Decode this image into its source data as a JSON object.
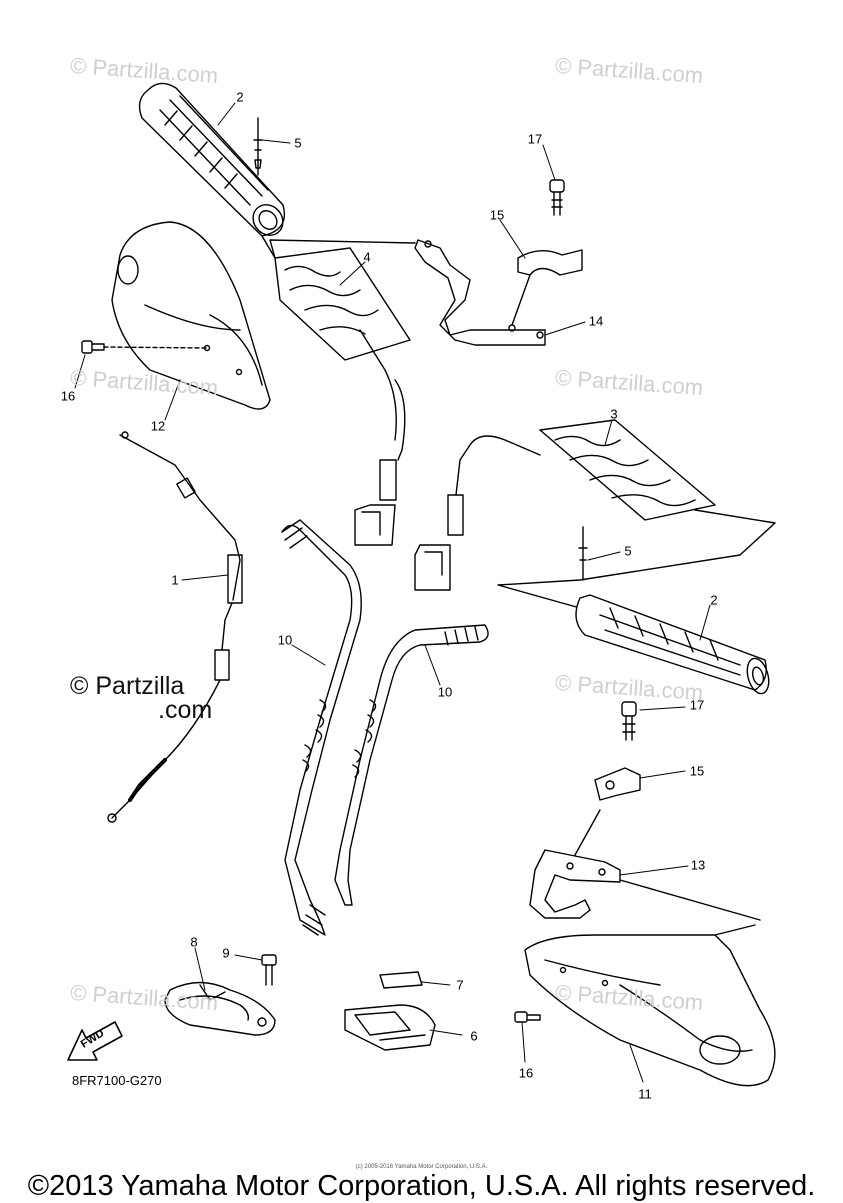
{
  "watermark": "© Partzilla.com",
  "watermark_main": {
    "line1": "© Partzilla",
    "line2": ".com"
  },
  "callouts": [
    {
      "id": "c1",
      "label": "1"
    },
    {
      "id": "c2a",
      "label": "2"
    },
    {
      "id": "c2b",
      "label": "2"
    },
    {
      "id": "c3",
      "label": "3"
    },
    {
      "id": "c4",
      "label": "4"
    },
    {
      "id": "c5a",
      "label": "5"
    },
    {
      "id": "c5b",
      "label": "5"
    },
    {
      "id": "c6",
      "label": "6"
    },
    {
      "id": "c7",
      "label": "7"
    },
    {
      "id": "c8",
      "label": "8"
    },
    {
      "id": "c9",
      "label": "9"
    },
    {
      "id": "c10a",
      "label": "10"
    },
    {
      "id": "c10b",
      "label": "10"
    },
    {
      "id": "c11",
      "label": "11"
    },
    {
      "id": "c12",
      "label": "12"
    },
    {
      "id": "c13",
      "label": "13"
    },
    {
      "id": "c14",
      "label": "14"
    },
    {
      "id": "c15a",
      "label": "15"
    },
    {
      "id": "c15b",
      "label": "15"
    },
    {
      "id": "c16a",
      "label": "16"
    },
    {
      "id": "c16b",
      "label": "16"
    },
    {
      "id": "c17a",
      "label": "17"
    },
    {
      "id": "c17b",
      "label": "17"
    }
  ],
  "diagram_code": "8FR7100-G270",
  "fwd_label": "FWD",
  "small_copyright": "(c) 2005-2016 Yamaha Motor Corporation, U.S.A.",
  "footer": "©2013 Yamaha Motor Corporation, U.S.A. All rights reserved."
}
